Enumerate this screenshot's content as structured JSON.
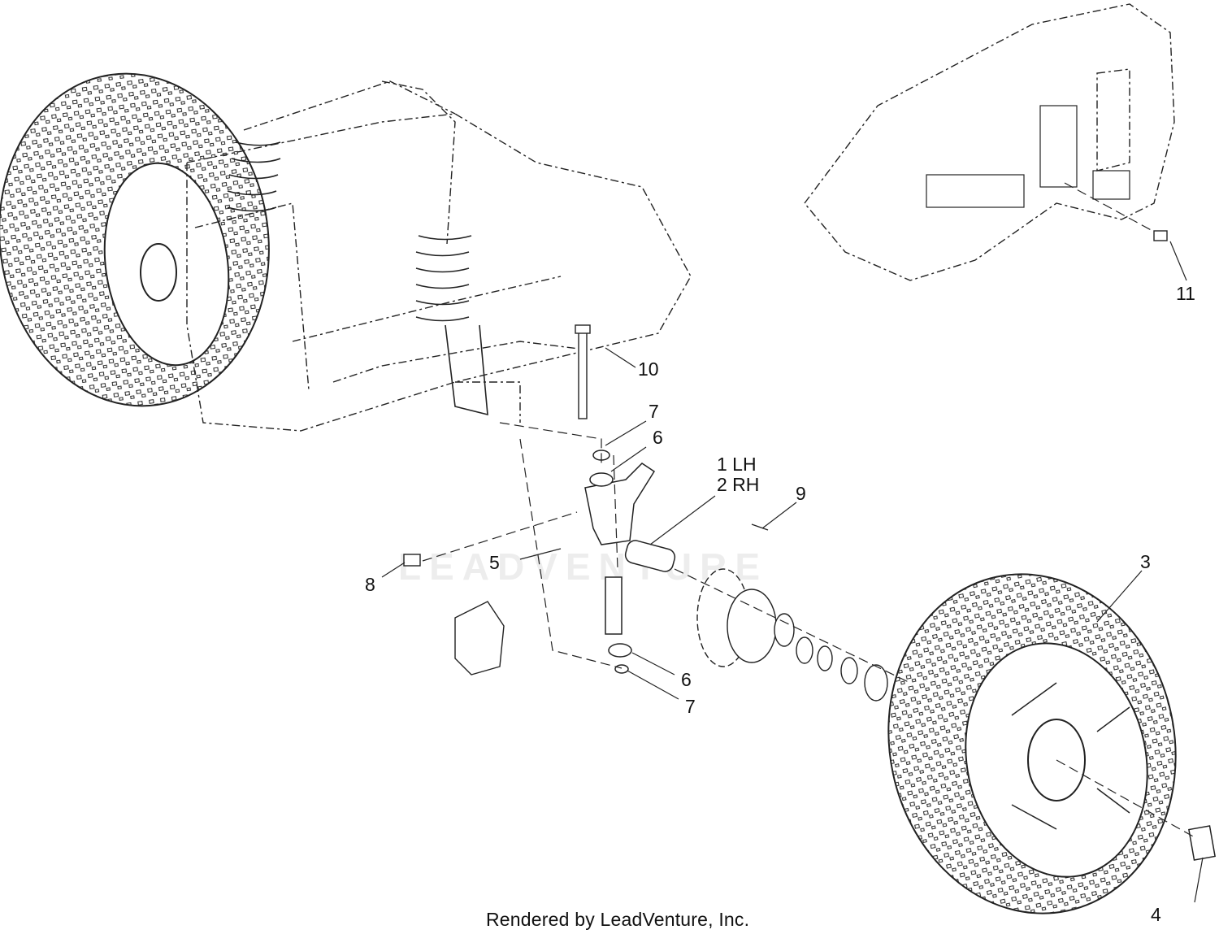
{
  "watermark": "LEADVENTURE",
  "footer": "Rendered by LeadVenture, Inc.",
  "callouts": {
    "c1": "1 LH",
    "c2": "2 RH",
    "c3": "3",
    "c4": "4",
    "c5": "5",
    "c6a": "6",
    "c6b": "6",
    "c7a": "7",
    "c7b": "7",
    "c8": "8",
    "c9": "9",
    "c10": "10",
    "c11": "11"
  },
  "colors": {
    "line": "#222222",
    "tread": "#444444"
  }
}
